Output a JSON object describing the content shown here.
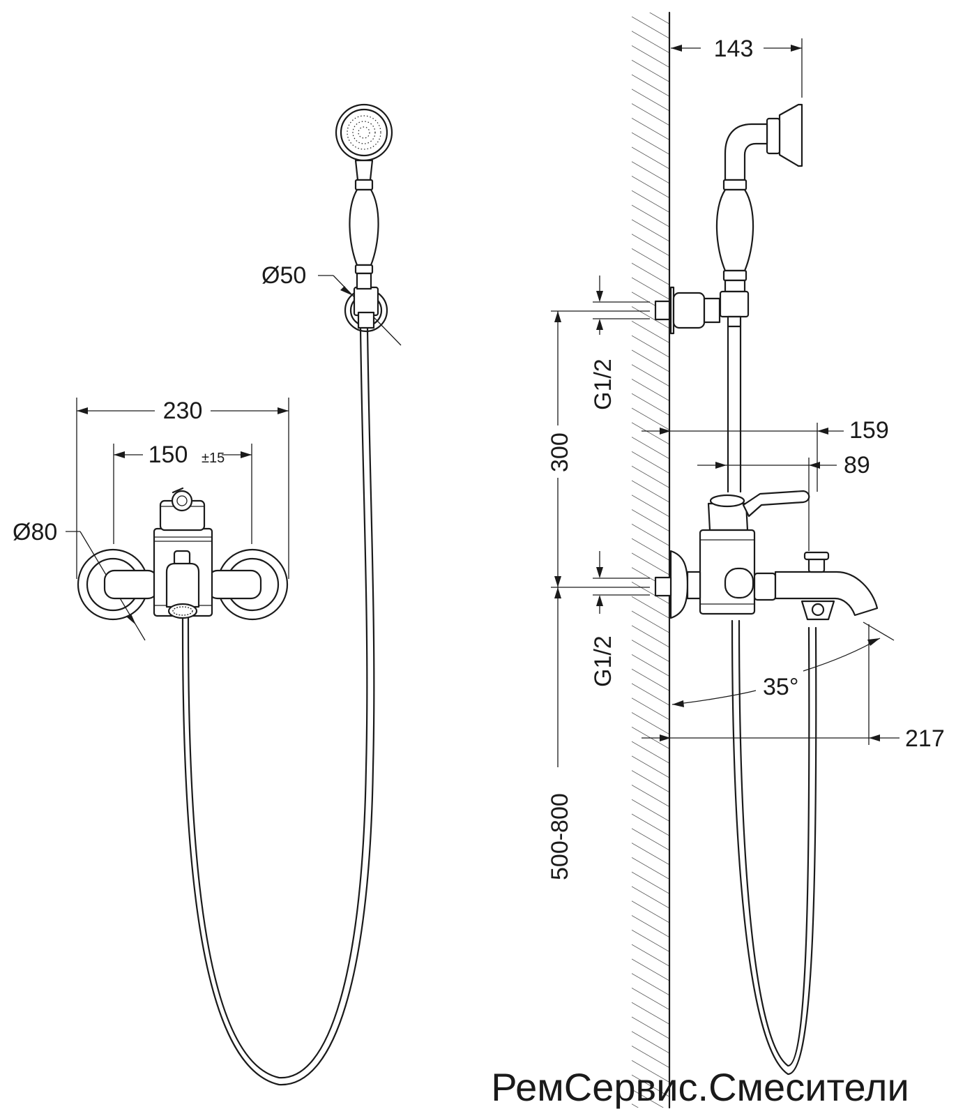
{
  "dimensions": {
    "total_width": "230",
    "inlet_spacing": "150",
    "inlet_tolerance": "±15",
    "flange_diameter": "Ø80",
    "shower_head_diameter": "Ø50",
    "holder_projection": "143",
    "upper_thread": "G1/2",
    "holder_height": "300",
    "handle_projection": "159",
    "outlet_projection_top": "89",
    "lower_thread": "G1/2",
    "spout_angle": "35°",
    "spout_projection": "217",
    "install_height": "500-800"
  },
  "watermark": "РемСервис.Смесители"
}
